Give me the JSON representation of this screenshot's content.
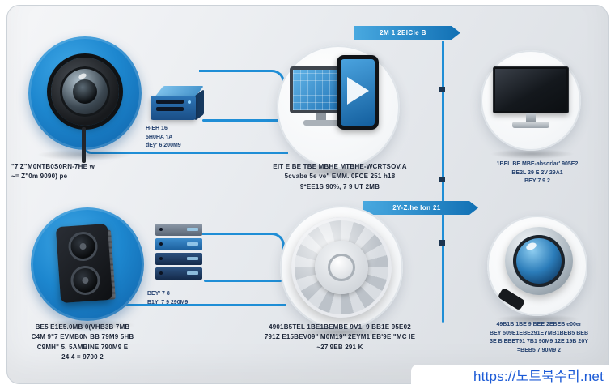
{
  "colors": {
    "accent": "#1f8ed6",
    "accent_dark": "#1266a8",
    "navy_text": "#1d2638",
    "watermark_blue": "#1b5ad6",
    "panel_bg": "#e4e7ea"
  },
  "icons": {
    "row1_left": "camera-lens-icon",
    "row1_device": "router-icon",
    "row1_center": "desktop-and-tablet-icon",
    "row1_right": "flat-monitor-icon",
    "row2_left": "speaker-box-icon",
    "row2_device": "server-rack-icon",
    "row2_center": "metallic-disc-icon",
    "row2_right": "webcam-lens-icon"
  },
  "row1": {
    "banner": "2M 1 2EICIe  B",
    "left_caption": [
      "\"7'Z\"M0NTB0S0RN-7HE w",
      "~= Z\"0m 9090) pe"
    ],
    "device_caption": [
      "H-EH 16",
      "5H0HA 'IA",
      "dEy' 6 200M9"
    ],
    "center_caption": [
      "EIT E BE TBE MBHE MTBHE-WCRTSOV.A",
      "5cvabe 5e ve\" EMM. 0FCE 251 h18",
      "9*EE1S 90%, 7 9 UT 2MB"
    ],
    "right_caption": [
      "1BEL BE MBE-absorlar' 905E2",
      "BE2L 29 E 2V 29A1",
      "BEY 7 9 2"
    ]
  },
  "row2": {
    "banner": "2Y-Z.he Ion  21",
    "left_caption": [
      "BE5 E1E5.0MB 0(VHB3B 7MB",
      "C4M 9\"7 EVMB0N BB 79M9 5HB",
      "C9MH\" 5. 5AMBINE 790M9 E",
      "24 4 = 9700 2"
    ],
    "device_caption": [
      "BEY' 7 8",
      "B1Y' 7 9 290M9"
    ],
    "center_caption": [
      "4901B5TEL 1BE1BEMBE 9V1, 9 BB1E 95E02",
      "791Z E15BEV09\" M0M19\" 2EYM1 EB'9E \"MC IE",
      "~27'9EB 291 K"
    ],
    "right_caption": [
      "49B1B 1BE 9 BEE 2EBEB e00er",
      "BEY 509E1EBE291EYMB1BEB5 BEB",
      "3E B EBET91 7B1 90M9 12E 19B 20Y",
      "=BEB5 7 90M9 2"
    ]
  },
  "watermark": "https://노트북수리.net"
}
